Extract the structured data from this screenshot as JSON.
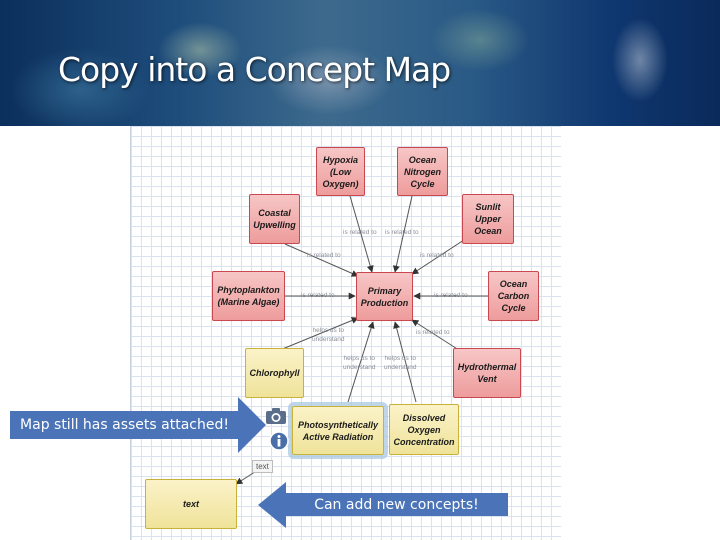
{
  "title": "Copy into a Concept Map",
  "nodes": {
    "hypoxia": "Hypoxia\n(Low\nOxygen)",
    "ocean_nitrogen": "Ocean\nNitrogen\nCycle",
    "coastal_upwelling": "Coastal\nUpwelling",
    "sunlit_upper_ocean": "Sunlit\nUpper\nOcean",
    "phytoplankton": "Phytoplankton\n(Marine Algae)",
    "primary_production": "Primary\nProduction",
    "ocean_carbon": "Ocean\nCarbon\nCycle",
    "chlorophyll": "Chlorophyll",
    "hydrothermal_vent": "Hydrothermal\nVent",
    "par": "Photosynthetically\nActive Radiation",
    "dissolved_oxygen": "Dissolved\nOxygen\nConcentration",
    "text_node": "text"
  },
  "edge_labels": {
    "hypoxia": "is related to",
    "nitrogen": "is related to",
    "coastal": "is related to",
    "sunlit": "is related to",
    "phyto": "is related to",
    "carbon": "is related to",
    "chlorophyll": "helps us to\nunderstand",
    "hydro": "is related to",
    "par": "helps us to\nunderstand",
    "dissolved": "helps us to\nunderstand"
  },
  "text_tag": "text",
  "callouts": {
    "assets": "Map still has assets attached!",
    "new_concepts": "Can add new concepts!"
  },
  "icons": [
    "camera-icon",
    "info-icon"
  ],
  "colors": {
    "callout": "#4b74b8",
    "red_node": "#ee9c9c",
    "yellow_node": "#efe39a"
  }
}
